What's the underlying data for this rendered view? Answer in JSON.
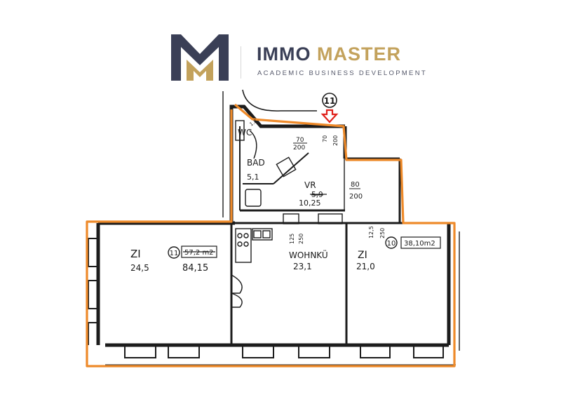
{
  "brand": {
    "name_part1": "IMMO",
    "name_part2": "MASTER",
    "tagline": "ACADEMIC BUSINESS DEVELOPMENT",
    "colors": {
      "navy": "#3a3f56",
      "gold": "#c3a25c"
    }
  },
  "plan": {
    "unit_marker_top": "11",
    "rooms": {
      "wc": "WC",
      "bad": "BAD",
      "bad_area": "5,1",
      "vr": "VR",
      "vr_area_old": "5,9",
      "vr_area": "10,25",
      "zi_left": "ZI",
      "zi_left_area": "24,5",
      "wohnku": "WOHNKÜ",
      "wohnku_area": "23,1",
      "zi_right": "ZI",
      "zi_right_area": "21,0"
    },
    "units": {
      "left_number": "11",
      "left_area_old": "57,2 m2",
      "left_area_new": "84,15",
      "right_number": "10",
      "right_area": "38,10m2"
    },
    "dims": {
      "d1": "1.8",
      "d2": "70",
      "d3": "200",
      "d4": "70",
      "d5": "200",
      "d6": "80",
      "d7": "200",
      "d8": "125",
      "d9": "250",
      "d10": "12,5",
      "d11": "250"
    },
    "colors": {
      "outline": "#ee8a2a",
      "arrow": "#e0201a",
      "walls": "#1c1c1c"
    }
  }
}
